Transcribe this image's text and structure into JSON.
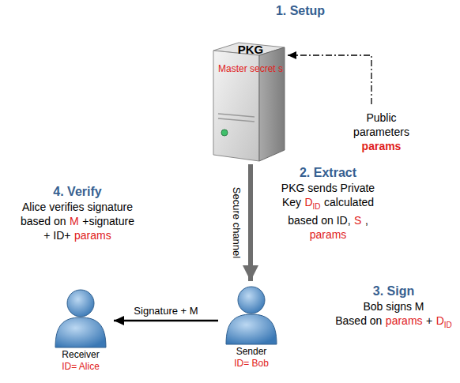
{
  "diagram": {
    "nodes": [
      {
        "text": [
          "PKG",
          "Master secret s"
        ]
      },
      {
        "text": [
          "Receiver",
          "ID= Alice"
        ]
      },
      {
        "text": [
          "Sender",
          "ID= Bob"
        ]
      }
    ],
    "edges": [
      {
        "from": 0,
        "to": 2,
        "arrow": "to",
        "label": "Secure channel"
      },
      {
        "from": 2,
        "to": 1,
        "arrow": "to",
        "label": "Signature + M"
      }
    ],
    "labels": [
      "1. Setup",
      "Public parameters",
      "params",
      "2. Extract",
      "PKG sends Private",
      "Key",
      "D",
      "ID",
      "calculated",
      "based on ID,",
      "S",
      ",",
      "params",
      "3. Sign",
      "Bob signs M",
      "Based on",
      "params",
      "+",
      "D",
      "ID",
      "4. Verify",
      "Alice verifies signature",
      "based on",
      "M",
      "+signature",
      "+ ID+",
      "params"
    ]
  }
}
